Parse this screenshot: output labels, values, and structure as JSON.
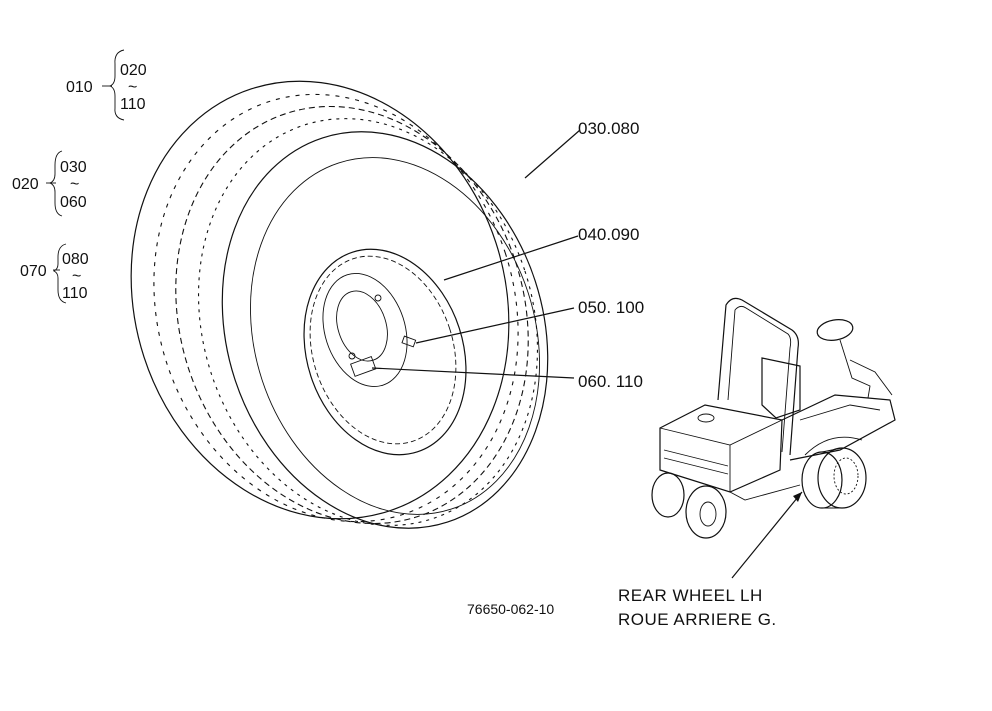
{
  "groups": [
    {
      "parent": "010",
      "from": "020",
      "to": "110"
    },
    {
      "parent": "020",
      "from": "030",
      "to": "060"
    },
    {
      "parent": "070",
      "from": "080",
      "to": "110"
    }
  ],
  "callouts": {
    "tire": "030.080",
    "tube": "040.090",
    "valve": "050. 100",
    "label": "060. 110"
  },
  "caption": {
    "line1": "REAR WHEEL LH",
    "line2": "ROUE ARRIERE G."
  },
  "drawing_code": "76650-062-10",
  "tilde": "~"
}
